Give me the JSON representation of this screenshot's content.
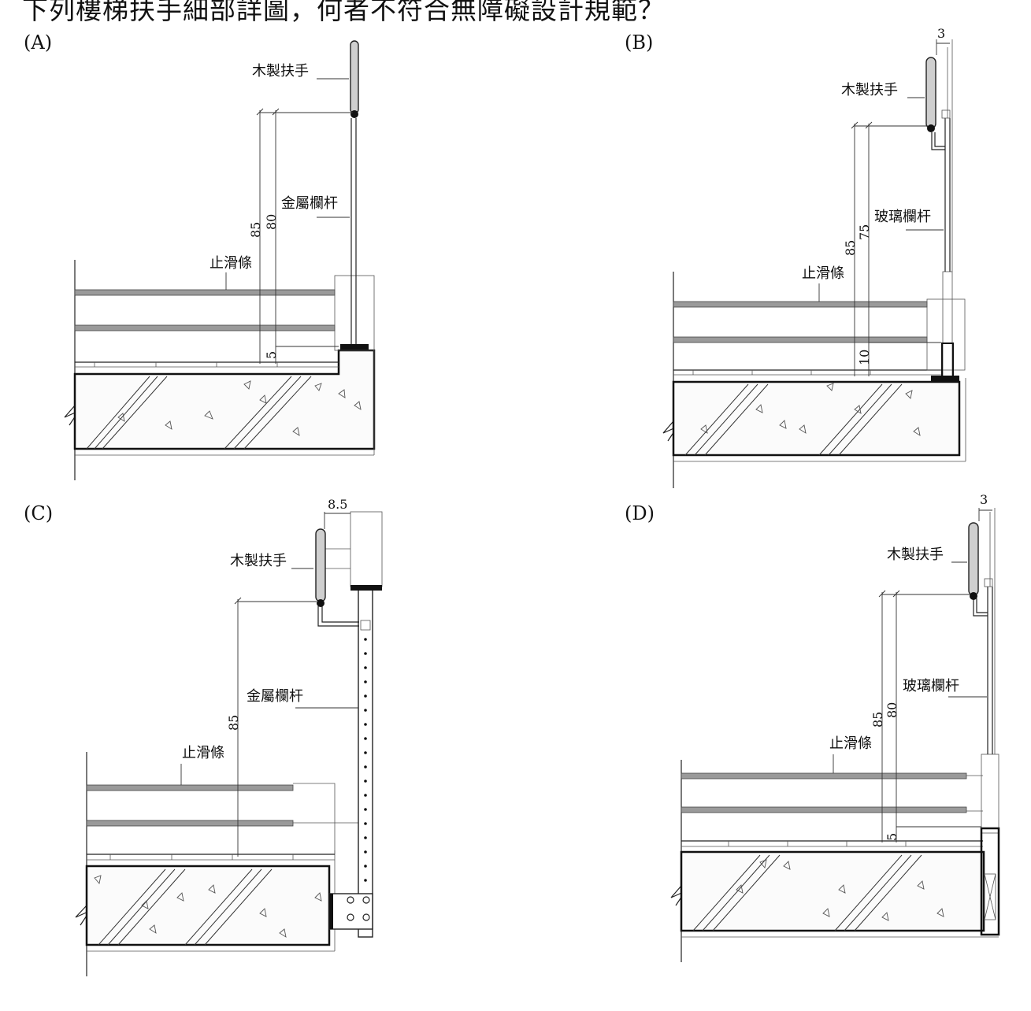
{
  "question": "下列樓梯扶手細部詳圖，何者不符合無障礙設計規範？",
  "options": [
    {
      "letter": "(A)",
      "handrail_label": "木製扶手",
      "baluster_label": "金屬欄杆",
      "antislip_label": "止滑條",
      "dims": [
        "85",
        "80",
        "5"
      ]
    },
    {
      "letter": "(B)",
      "handrail_label": "木製扶手",
      "baluster_label": "玻璃欄杆",
      "antislip_label": "止滑條",
      "dims": [
        "3",
        "85",
        "75",
        "10"
      ]
    },
    {
      "letter": "(C)",
      "handrail_label": "木製扶手",
      "baluster_label": "金屬欄杆",
      "antislip_label": "止滑條",
      "dims": [
        "8.5",
        "85"
      ]
    },
    {
      "letter": "(D)",
      "handrail_label": "木製扶手",
      "baluster_label": "玻璃欄杆",
      "antislip_label": "止滑條",
      "dims": [
        "3",
        "85",
        "80",
        "5"
      ]
    }
  ]
}
